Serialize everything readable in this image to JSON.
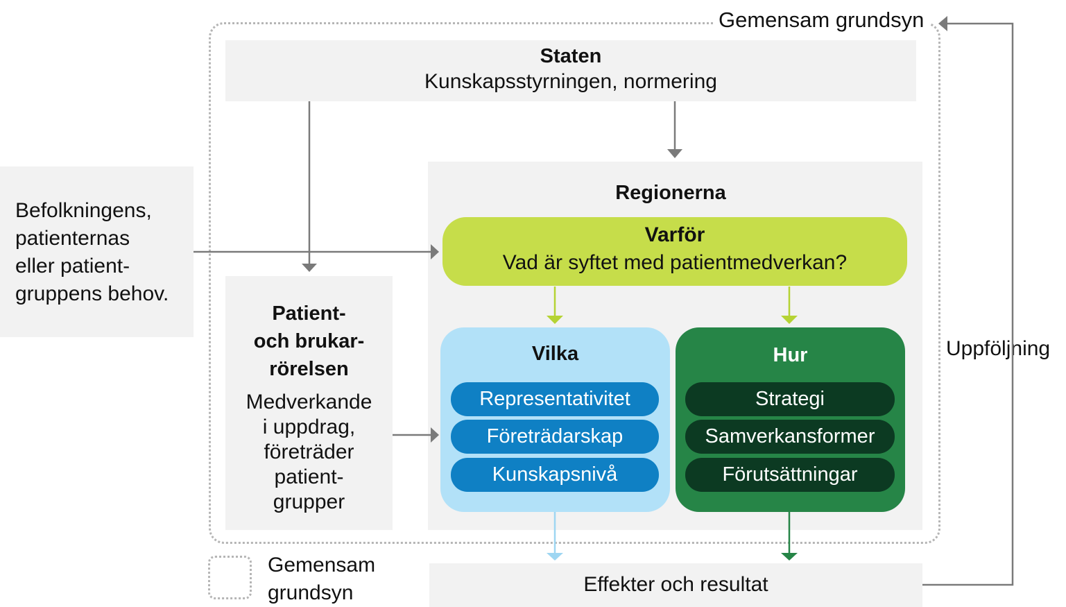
{
  "colors": {
    "gray_box": "#f2f2f2",
    "arrow_gray": "#7a7a7a",
    "varfor_bg": "#c6dd4a",
    "varfor_arrow": "#b5d334",
    "vilka_bg": "#b2e1f8",
    "vilka_pill": "#0f80c4",
    "vilka_arrow": "#9ed6f2",
    "hur_bg": "#268547",
    "hur_pill": "#0c3a22",
    "hur_arrow": "#268547"
  },
  "frame": {
    "label": "Gemensam grundsyn"
  },
  "staten": {
    "title": "Staten",
    "subtitle": "Kunskapsstyrningen, normering"
  },
  "befolkning": {
    "lines": [
      "Befolkningens,",
      "patienternas",
      "eller patient-",
      "gruppens behov."
    ]
  },
  "patient": {
    "title_lines": [
      "Patient-",
      "och brukar-",
      "rörelsen"
    ],
    "body_lines": [
      "Medverkande",
      "i uppdrag,",
      "företräder",
      "patient-",
      "grupper"
    ]
  },
  "regionerna": {
    "title": "Regionerna"
  },
  "varfor": {
    "title": "Varför",
    "question": "Vad är syftet med patientmedverkan?"
  },
  "vilka": {
    "title": "Vilka",
    "items": [
      "Representativitet",
      "Företrädarskap",
      "Kunskapsnivå"
    ]
  },
  "hur": {
    "title": "Hur",
    "items": [
      "Strategi",
      "Samverkansformer",
      "Förutsättningar"
    ]
  },
  "effekter": {
    "label": "Effekter och resultat"
  },
  "uppfoljning": {
    "label": "Uppföljning"
  },
  "legend": {
    "lines": [
      "Gemensam",
      "grundsyn"
    ]
  }
}
